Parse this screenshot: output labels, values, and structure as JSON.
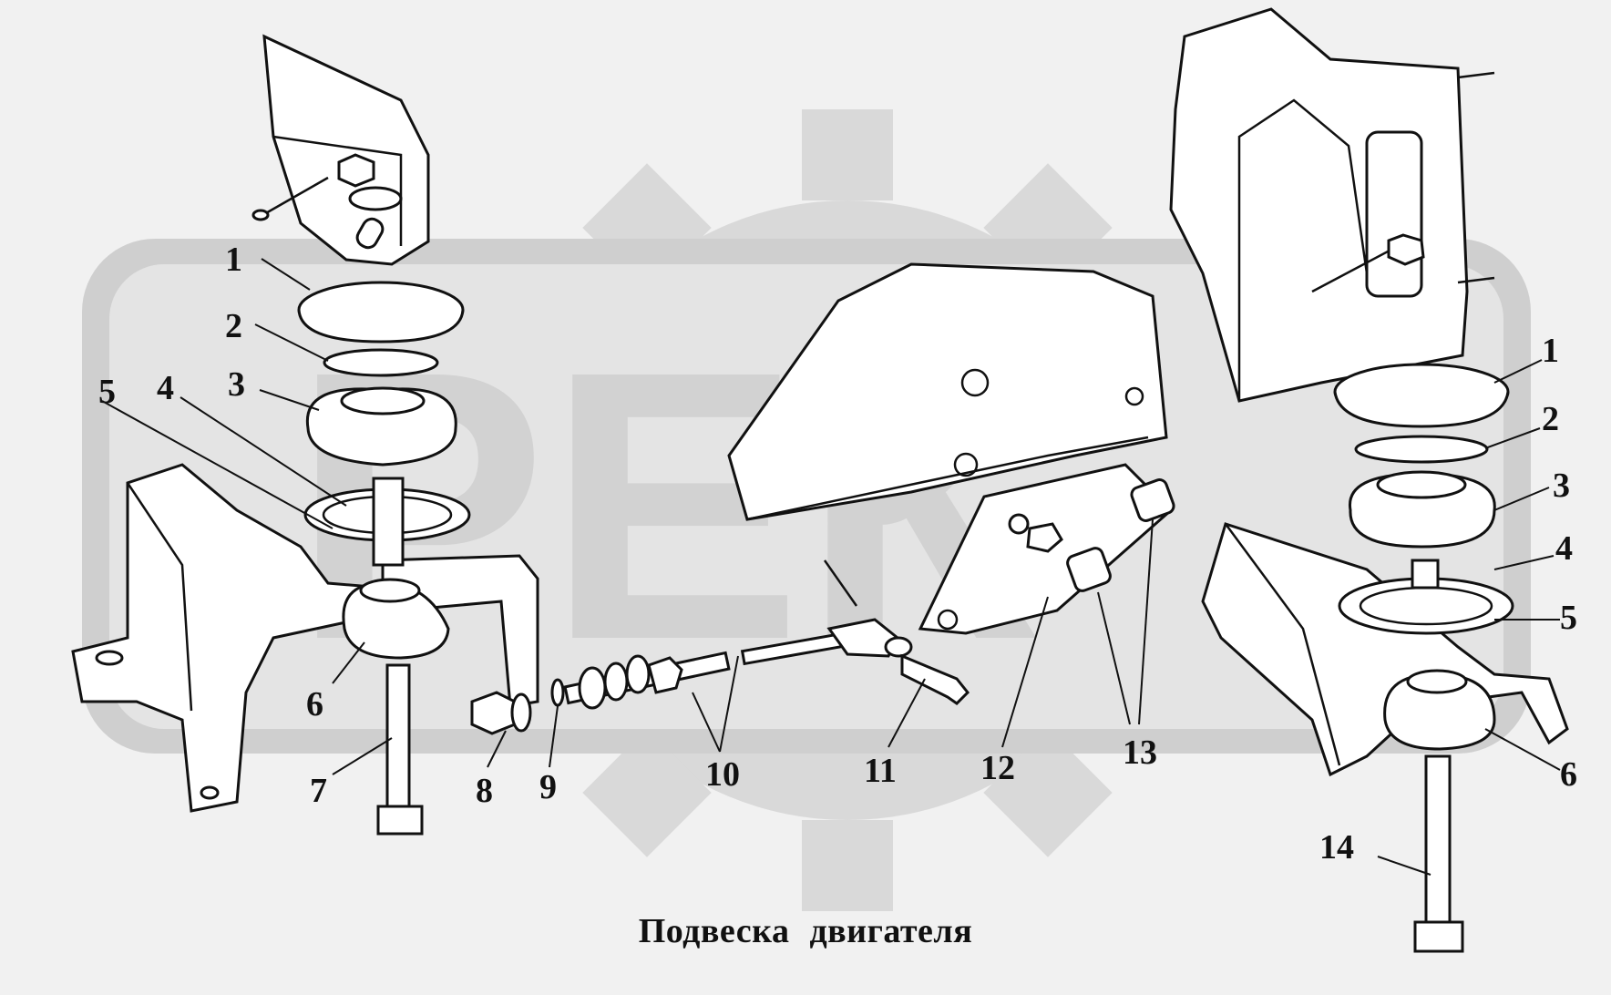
{
  "caption": "Подвеска двигателя",
  "watermark": "РЕК",
  "colors": {
    "background": "#f1f1f1",
    "watermark": "#d9d9d9",
    "ink": "#111111"
  },
  "callouts": [
    {
      "id": "L1",
      "text": "1"
    },
    {
      "id": "L2",
      "text": "2"
    },
    {
      "id": "L3",
      "text": "3"
    },
    {
      "id": "L4",
      "text": "4"
    },
    {
      "id": "L5",
      "text": "5"
    },
    {
      "id": "L6",
      "text": "6"
    },
    {
      "id": "L7",
      "text": "7"
    },
    {
      "id": "L8",
      "text": "8"
    },
    {
      "id": "L9",
      "text": "9"
    },
    {
      "id": "L10",
      "text": "10"
    },
    {
      "id": "L11",
      "text": "11"
    },
    {
      "id": "L12",
      "text": "12"
    },
    {
      "id": "L13",
      "text": "13"
    },
    {
      "id": "R1",
      "text": "1"
    },
    {
      "id": "R2",
      "text": "2"
    },
    {
      "id": "R3",
      "text": "3"
    },
    {
      "id": "R4",
      "text": "4"
    },
    {
      "id": "R5",
      "text": "5"
    },
    {
      "id": "R6",
      "text": "6"
    },
    {
      "id": "R14",
      "text": "14"
    }
  ]
}
